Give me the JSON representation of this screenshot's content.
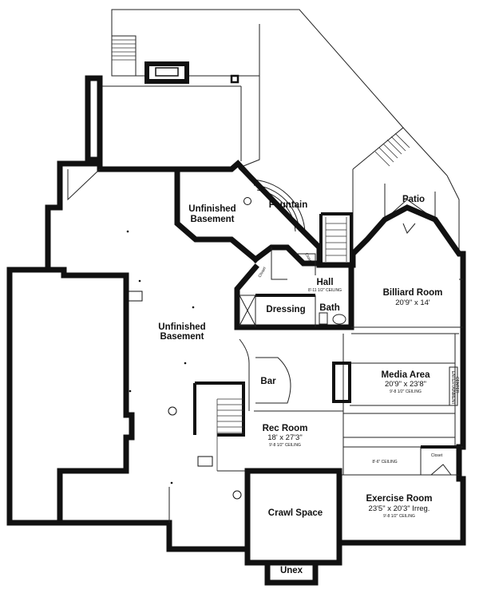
{
  "rooms": {
    "unfinished_basement_upper": {
      "line1": "Unfinished",
      "line2": "Basement"
    },
    "fountain": "Fountain",
    "patio": "Patio",
    "hall": {
      "name": "Hall",
      "ceiling": "8'-11 1/2\" CEILING"
    },
    "closet_upper": "Closet",
    "closet_small": "Closet",
    "dressing": "Dressing",
    "bath": "Bath",
    "billiard": {
      "name": "Billiard Room",
      "dims": "20'9\" x 14'"
    },
    "unfinished_basement_main": {
      "line1": "Unfinished",
      "line2": "Basement"
    },
    "bar": "Bar",
    "media": {
      "name": "Media Area",
      "dims": "20'9\" x 23'8\"",
      "ceiling": "9'-8 1/2\" CEILING"
    },
    "entertainment_center": {
      "line1": "ENTERTAINMENT",
      "line2": "CENTER"
    },
    "rec_room": {
      "name": "Rec Room",
      "dims": "18' x 27'3\"",
      "ceiling": "9'-8 1/2\" CEILING"
    },
    "hallway_ceiling": "8'-6\" CEILING",
    "closet_lower": "Closet",
    "crawl_space": "Crawl Space",
    "exercise": {
      "name": "Exercise Room",
      "dims": "23'5\" x 20'3\" Irreg.",
      "ceiling": "9'-8 1/2\" CEILING"
    },
    "unex": "Unex"
  }
}
